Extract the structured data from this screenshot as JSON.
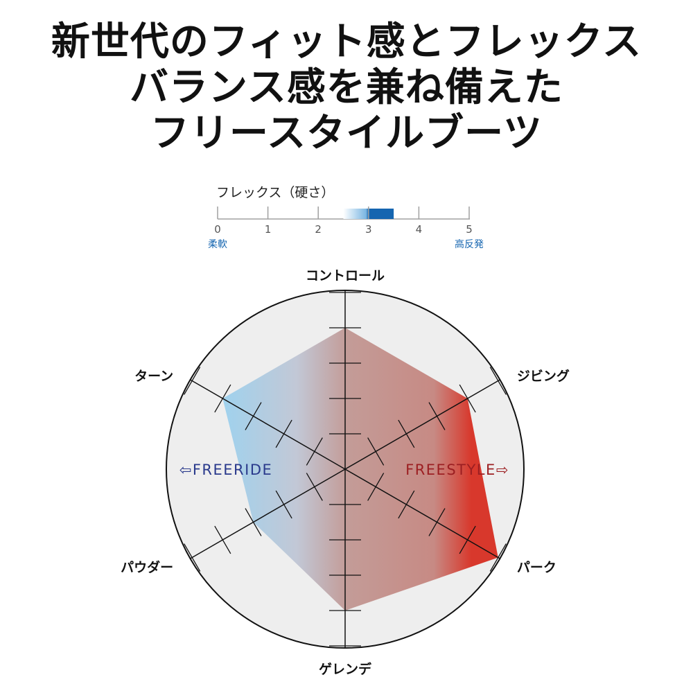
{
  "headline": {
    "line1": "新世代のフィット感とフレックス",
    "line2": "バランス感を兼ね備えた",
    "line3": "フリースタイルブーツ"
  },
  "flex_scale": {
    "title": "フレックス（硬さ）",
    "ticks": [
      "0",
      "1",
      "2",
      "3",
      "4",
      "5"
    ],
    "min_label": "柔軟",
    "max_label": "高反発",
    "range": [
      2.5,
      3.5
    ],
    "accent_color": "#1565b0"
  },
  "chart_data": {
    "type": "radar",
    "axes": [
      "コントロール",
      "ジビング",
      "パーク",
      "ゲレンデ",
      "パウダー",
      "ターン"
    ],
    "scale_max": 5,
    "values": [
      4,
      4,
      5,
      4,
      3,
      4
    ],
    "grid": "tick-marks",
    "left_label": "⇦FREERIDE",
    "right_label": "FREESTYLE⇨",
    "left_color": "#2a3a8c",
    "right_color": "#9c1f22",
    "fill_left_color": "#9fd2ee",
    "fill_right_color": "#d8382c"
  }
}
